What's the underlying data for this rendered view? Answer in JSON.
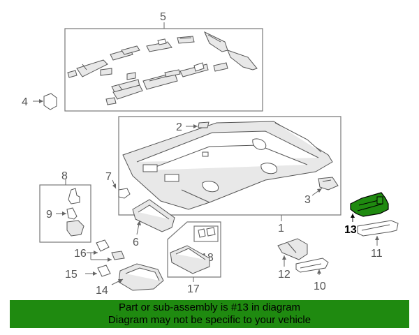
{
  "callouts": {
    "c1": "1",
    "c2": "2",
    "c3": "3",
    "c4": "4",
    "c5": "5",
    "c6": "6",
    "c7": "7",
    "c8": "8",
    "c9": "9",
    "c10": "10",
    "c11": "11",
    "c12": "12",
    "c13": "13",
    "c14": "14",
    "c15": "15",
    "c16": "16",
    "c17": "17",
    "c18": "18"
  },
  "highlight": {
    "part_number": "13",
    "color": "#1f8a10"
  },
  "banner": {
    "line1": "Part or sub-assembly is #13 in diagram",
    "line2": "Diagram may not be specific to your vehicle"
  }
}
